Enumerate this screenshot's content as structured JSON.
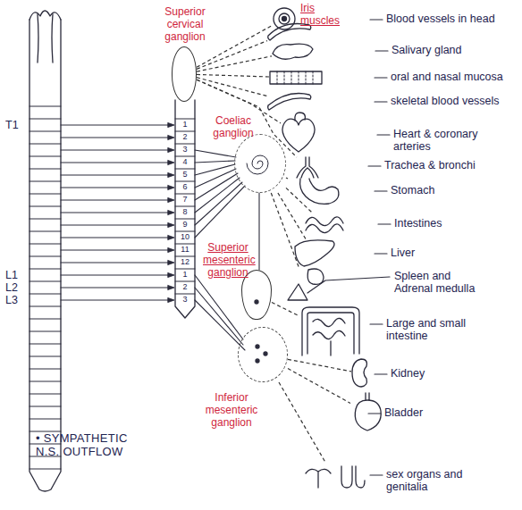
{
  "diagram": {
    "nodes": [
      {
        "text": [
          "Superior cervical ganglion"
        ]
      },
      {
        "text": [
          "Coeliac ganglion"
        ]
      },
      {
        "text": [
          "Superior mesenteric ganglion"
        ]
      },
      {
        "text": [
          "Inferior mesenteric ganglion"
        ]
      },
      {
        "text": [
          "Iris muscles"
        ]
      },
      {
        "text": [
          "Blood vessels in head"
        ]
      },
      {
        "text": [
          "Salivary gland"
        ]
      },
      {
        "text": [
          "oral and nasal mucosa"
        ]
      },
      {
        "text": [
          "skeletal blood vessels"
        ]
      },
      {
        "text": [
          "Heart & coronary arteries"
        ]
      },
      {
        "text": [
          "Trachea & bronchi"
        ]
      },
      {
        "text": [
          "Stomach"
        ]
      },
      {
        "text": [
          "Intestines"
        ]
      },
      {
        "text": [
          "Liver"
        ]
      },
      {
        "text": [
          "Spleen and Adrenal medulla"
        ]
      },
      {
        "text": [
          "Large and small intestine"
        ]
      },
      {
        "text": [
          "Kidney"
        ]
      },
      {
        "text": [
          "Bladder"
        ]
      },
      {
        "text": [
          "sex organs and genitalia"
        ]
      }
    ],
    "edges": [
      {
        "from": 0,
        "to": 4,
        "arrow": "none"
      },
      {
        "from": 0,
        "to": 5,
        "arrow": "none"
      },
      {
        "from": 0,
        "to": 6,
        "arrow": "none"
      },
      {
        "from": 0,
        "to": 7,
        "arrow": "none"
      },
      {
        "from": 0,
        "to": 8,
        "arrow": "none"
      },
      {
        "from": 0,
        "to": 9,
        "arrow": "none"
      },
      {
        "from": 0,
        "to": 10,
        "arrow": "none"
      },
      {
        "from": 1,
        "to": 11,
        "arrow": "none"
      },
      {
        "from": 1,
        "to": 12,
        "arrow": "none"
      },
      {
        "from": 1,
        "to": 13,
        "arrow": "none"
      },
      {
        "from": 1,
        "to": 14,
        "arrow": "none"
      },
      {
        "from": 2,
        "to": 15,
        "arrow": "none"
      },
      {
        "from": 3,
        "to": 16,
        "arrow": "none"
      },
      {
        "from": 3,
        "to": 17,
        "arrow": "none"
      },
      {
        "from": 3,
        "to": 18,
        "arrow": "none"
      }
    ],
    "labels": [
      "T1",
      "1",
      "2",
      "3",
      "4",
      "5",
      "6",
      "7",
      "8",
      "9",
      "10",
      "11",
      "12",
      "L1",
      "L2",
      "L3",
      "1",
      "2",
      "3",
      "• SYMPATHETIC N.S. OUTFLOW"
    ]
  }
}
